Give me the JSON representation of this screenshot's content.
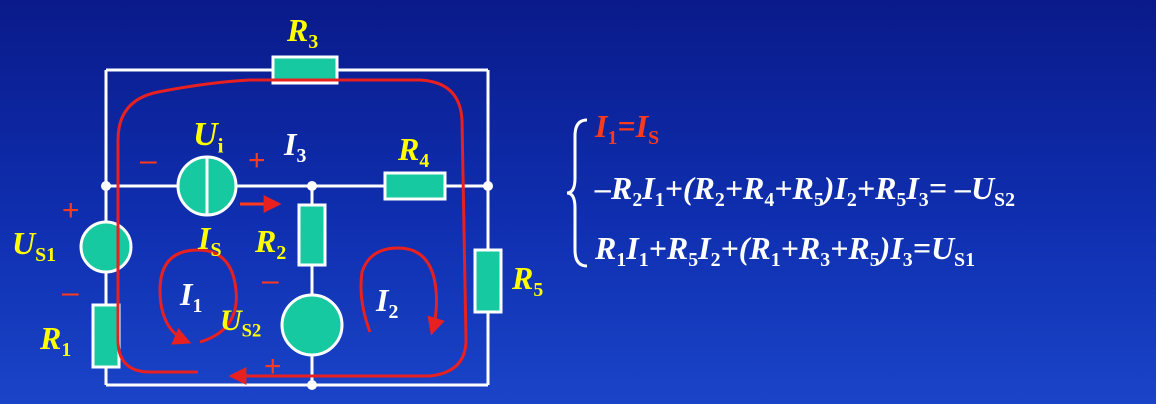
{
  "colors": {
    "wire": "#ffffff",
    "component": "#16c9a0",
    "label": "#ffff00",
    "loop": "#e82020",
    "sign": "#ff3a1a"
  },
  "labels": {
    "R3": "R",
    "R3_sub": "3",
    "R4": "R",
    "R4_sub": "4",
    "R2": "R",
    "R2_sub": "2",
    "R5": "R",
    "R5_sub": "5",
    "R1": "R",
    "R1_sub": "1",
    "Ui": "U",
    "Ui_sub": "i",
    "US1": "U",
    "US1_sub": "S1",
    "US2": "U",
    "US2_sub": "S2",
    "I3": "I",
    "I3_sub": "3",
    "IS": "I",
    "IS_sub": "S",
    "I1": "I",
    "I1_sub": "1",
    "I2": "I",
    "I2_sub": "2"
  },
  "signs": {
    "plus": "+",
    "minus": "–"
  },
  "equations": {
    "eq1": "I1=IS",
    "eq2": "–R2I1+(R2+R4+R5)I2+R5I3= –US2",
    "eq3": "R1I1+R5I2+(R1+R3+R5)I3=US1"
  }
}
